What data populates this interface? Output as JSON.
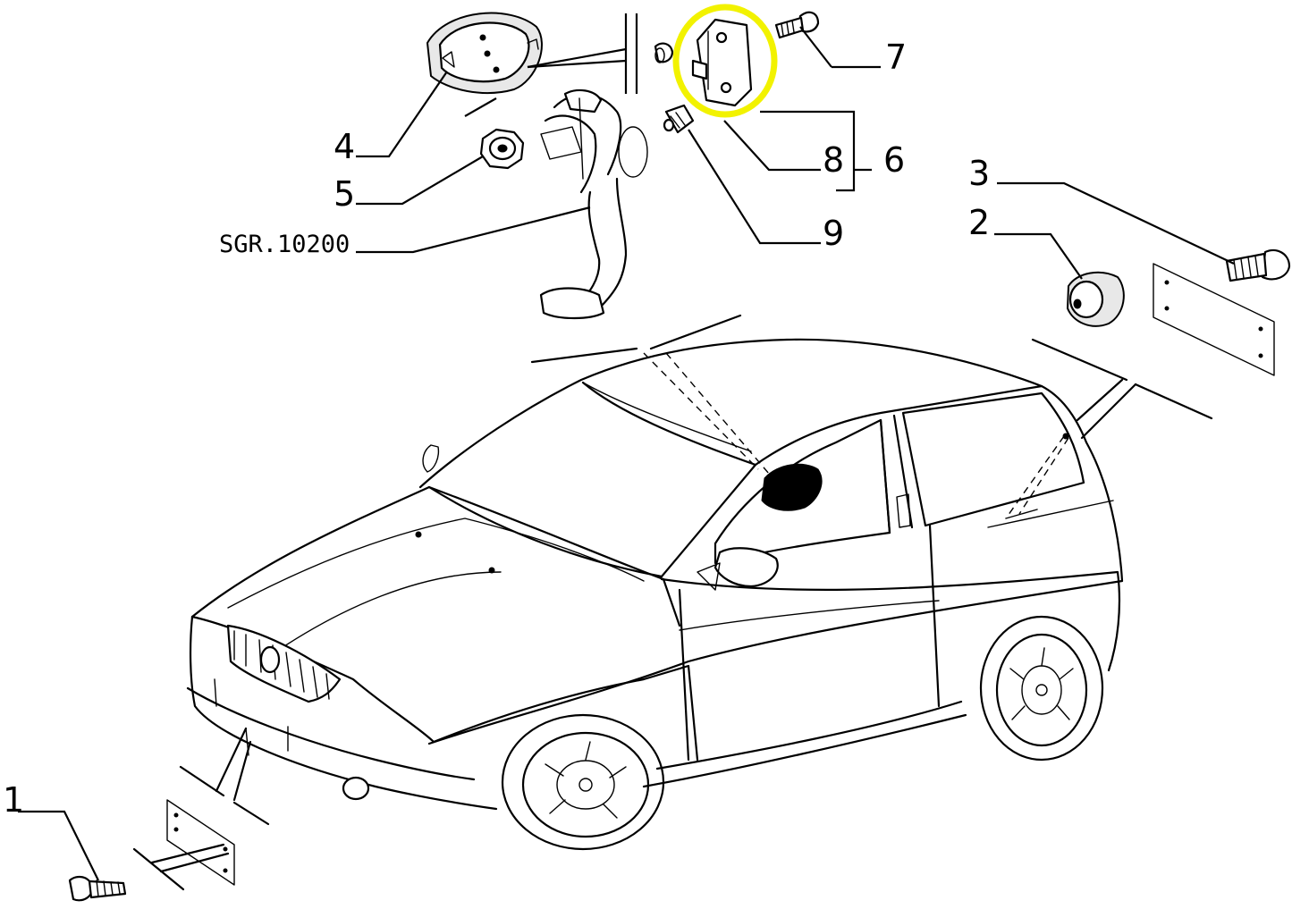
{
  "diagram": {
    "callouts": {
      "c1": "1",
      "c2": "2",
      "c3": "3",
      "c4": "4",
      "c5": "5",
      "c6": "6",
      "c7": "7",
      "c8": "8",
      "c9": "9"
    },
    "reference": "SGR.10200",
    "highlight": {
      "part": "6",
      "color": "#f2f200"
    }
  }
}
